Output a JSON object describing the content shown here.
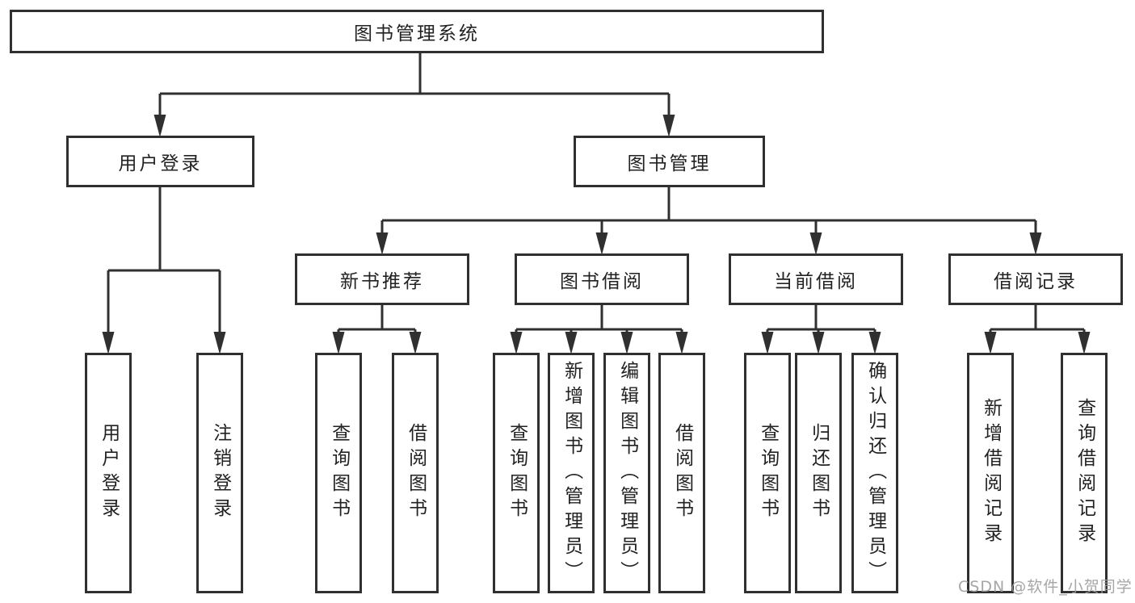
{
  "diagram": {
    "root": {
      "label": "图书管理系统"
    },
    "level2": [
      {
        "id": "user-login",
        "label": "用户登录"
      },
      {
        "id": "book-management",
        "label": "图书管理"
      }
    ],
    "level3": [
      {
        "id": "new-book-recommend",
        "label": "新书推荐"
      },
      {
        "id": "book-borrowing",
        "label": "图书借阅"
      },
      {
        "id": "current-borrowing",
        "label": "当前借阅"
      },
      {
        "id": "borrowing-records",
        "label": "借阅记录"
      }
    ],
    "leaves": [
      {
        "id": "user-login",
        "label": "用户登录"
      },
      {
        "id": "logout",
        "label": "注销登录"
      },
      {
        "id": "query-books-1",
        "label": "查询图书"
      },
      {
        "id": "borrow-books-1",
        "label": "借阅图书"
      },
      {
        "id": "query-books-2",
        "label": "查询图书"
      },
      {
        "id": "add-books-admin",
        "label": "新增图书（管理员）"
      },
      {
        "id": "edit-books-admin",
        "label": "编辑图书（管理员）"
      },
      {
        "id": "borrow-books-2",
        "label": "借阅图书"
      },
      {
        "id": "query-books-3",
        "label": "查询图书"
      },
      {
        "id": "return-books",
        "label": "归还图书"
      },
      {
        "id": "confirm-return-admin",
        "label": "确认归还（管理员）"
      },
      {
        "id": "add-borrow-record",
        "label": "新增借阅记录"
      },
      {
        "id": "query-borrow-record",
        "label": "查询借阅记录"
      }
    ]
  },
  "watermark": "CSDN @软件_小贺同学",
  "colors": {
    "line": "#303030",
    "box_background": "#ffffff",
    "text": "#222222",
    "watermark": "#9d9d9d"
  }
}
